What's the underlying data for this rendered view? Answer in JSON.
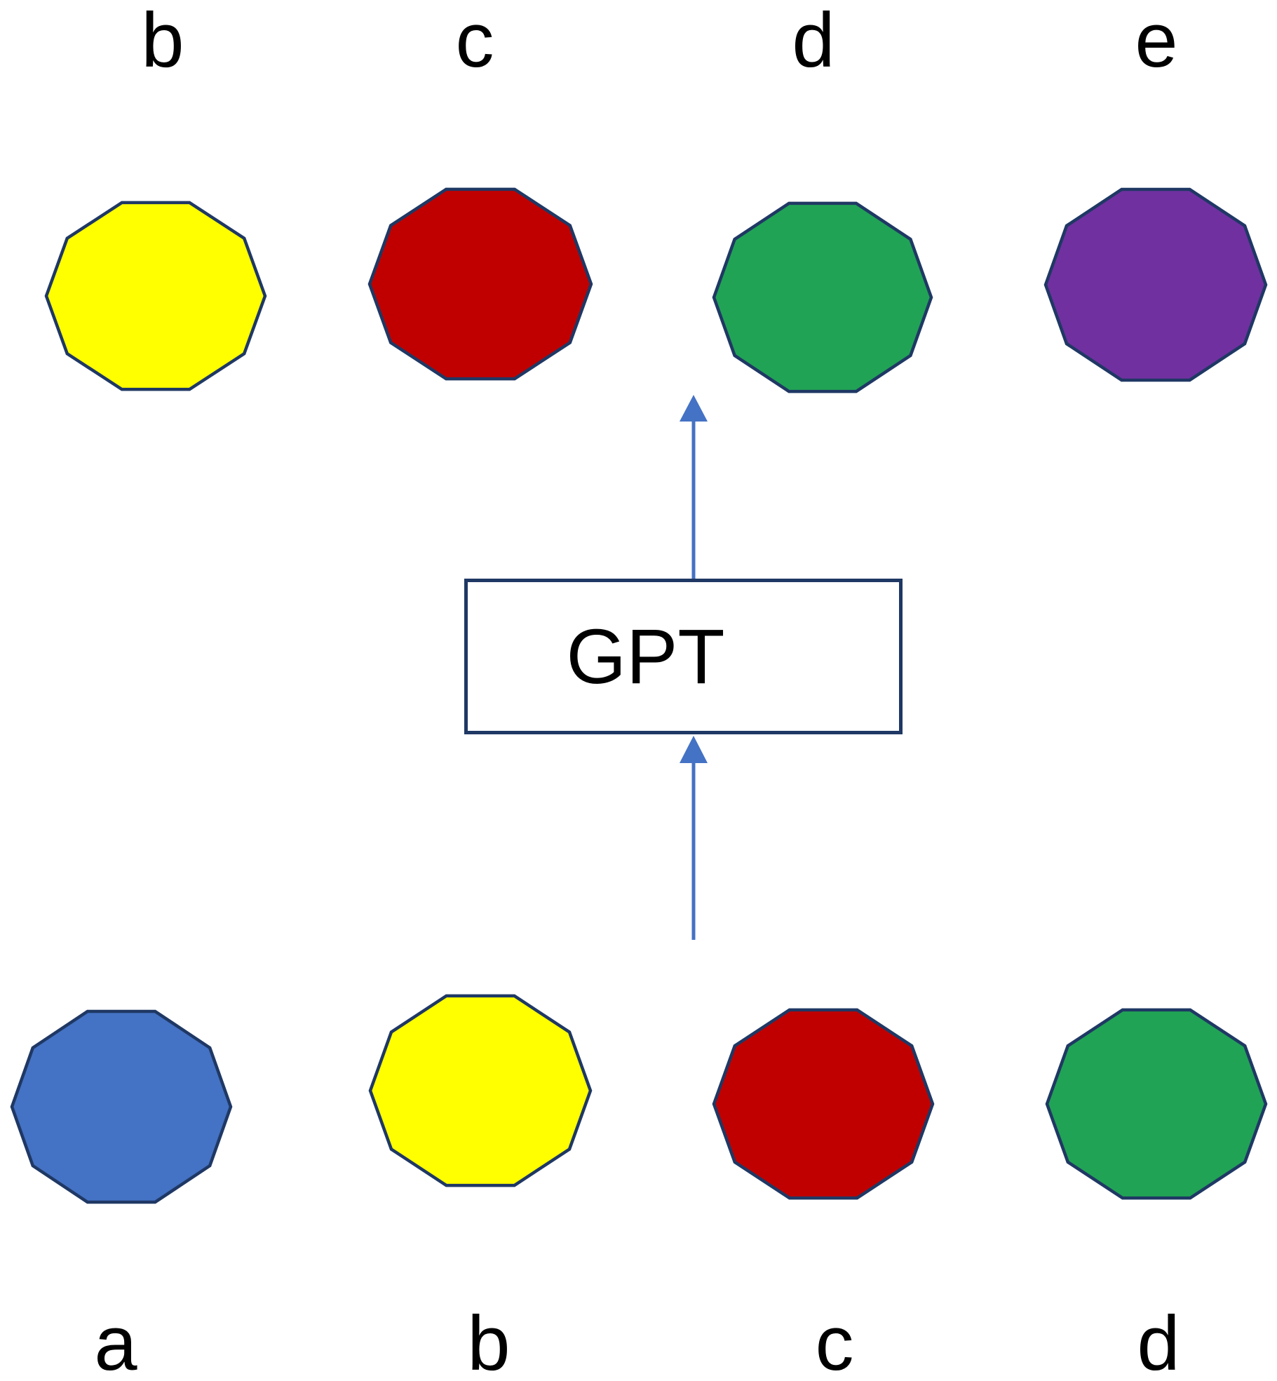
{
  "diagram": {
    "model": {
      "label": "GPT"
    },
    "colors": {
      "outline": "#1F3864",
      "arrow": "#4472C4",
      "text": "#000000",
      "box_fill": "#FFFFFF"
    },
    "output_row": {
      "tokens": [
        {
          "label": "b",
          "color": "#FFFF00",
          "color_name": "yellow"
        },
        {
          "label": "c",
          "color": "#C00000",
          "color_name": "red"
        },
        {
          "label": "d",
          "color": "#21A355",
          "color_name": "green"
        },
        {
          "label": "e",
          "color": "#7030A0",
          "color_name": "purple"
        }
      ]
    },
    "input_row": {
      "tokens": [
        {
          "label": "a",
          "color": "#4472C4",
          "color_name": "blue"
        },
        {
          "label": "b",
          "color": "#FFFF00",
          "color_name": "yellow"
        },
        {
          "label": "c",
          "color": "#C00000",
          "color_name": "red"
        },
        {
          "label": "d",
          "color": "#21A355",
          "color_name": "green"
        }
      ]
    }
  }
}
